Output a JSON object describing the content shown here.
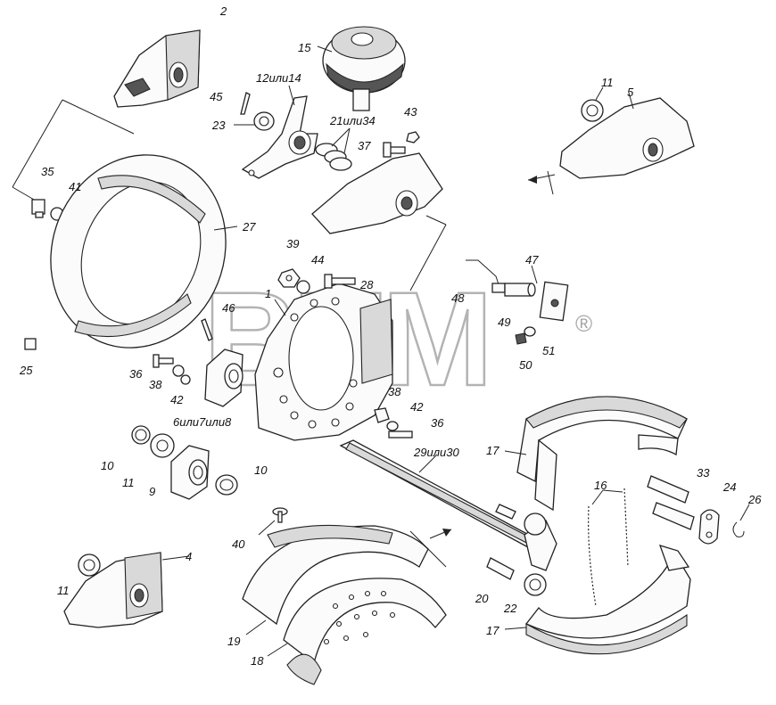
{
  "watermark": {
    "text": "BTM",
    "registered": "®"
  },
  "labels": {
    "l1": "1",
    "l2": "2",
    "l4": "4",
    "l5": "5",
    "l6or7or8": "6или7или8",
    "l9": "9",
    "l10a": "10",
    "l10b": "10",
    "l11a": "11",
    "l11b": "11",
    "l11c": "11",
    "l12or14": "12или14",
    "l15": "15",
    "l16": "16",
    "l17a": "17",
    "l17b": "17",
    "l18": "18",
    "l19": "19",
    "l20": "20",
    "l21or34": "21или34",
    "l22": "22",
    "l23": "23",
    "l24": "24",
    "l25": "25",
    "l26": "26",
    "l27": "27",
    "l28": "28",
    "l29or30": "29или30",
    "l33": "33",
    "l35": "35",
    "l36a": "36",
    "l36b": "36",
    "l37": "37",
    "l38a": "38",
    "l38b": "38",
    "l39": "39",
    "l40": "40",
    "l41": "41",
    "l42a": "42",
    "l42b": "42",
    "l43": "43",
    "l44": "44",
    "l45": "45",
    "l46": "46",
    "l47": "47",
    "l48": "48",
    "l49": "49",
    "l50": "50",
    "l51": "51"
  }
}
